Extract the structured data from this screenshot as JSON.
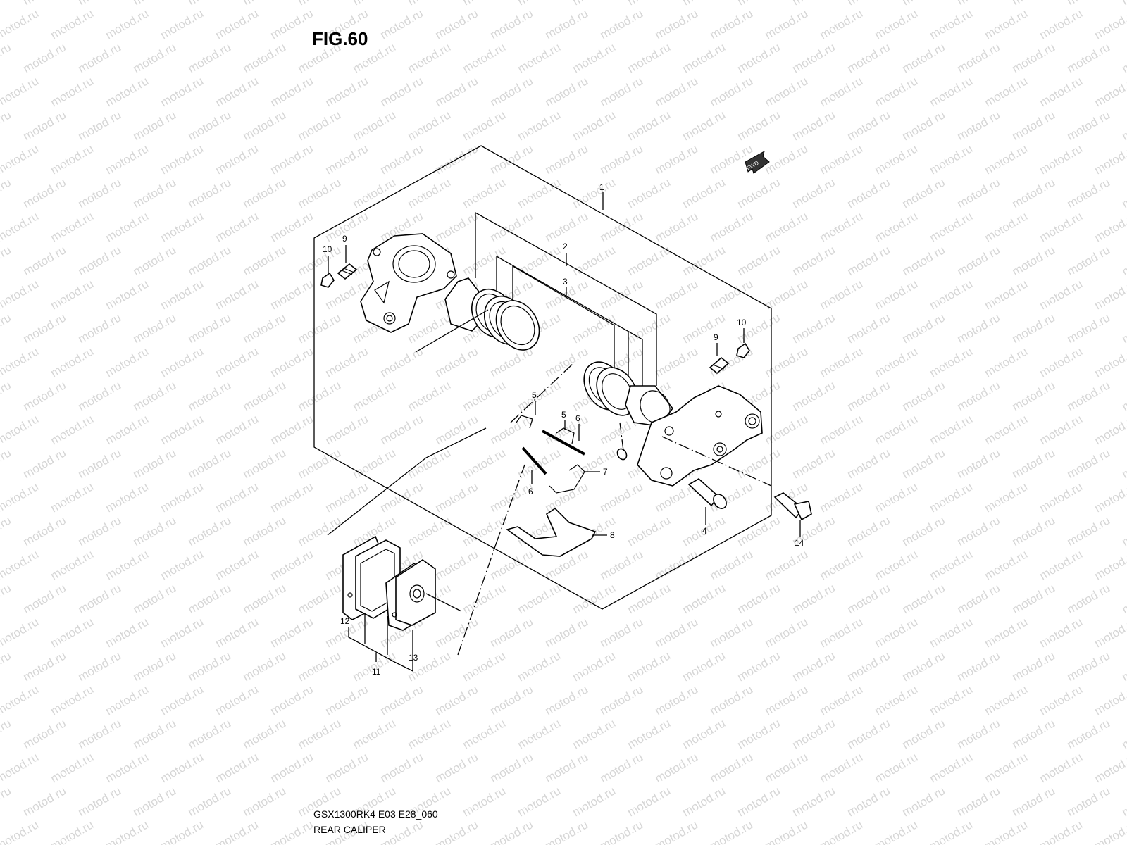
{
  "figure": {
    "title": "FIG.60",
    "model_code": "GSX1300RK4 E03 E28_060",
    "caption": "REAR CALIPER",
    "watermark_text": "motod.ru",
    "fwd_label": "FWD"
  },
  "callouts": {
    "c1": "1",
    "c2": "2",
    "c3": "3",
    "c4": "4",
    "c5a": "5",
    "c5b": "5",
    "c6a": "6",
    "c6b": "6",
    "c7": "7",
    "c8": "8",
    "c9a": "9",
    "c9b": "9",
    "c10a": "10",
    "c10b": "10",
    "c11": "11",
    "c12": "12",
    "c13": "13",
    "c14": "14"
  }
}
